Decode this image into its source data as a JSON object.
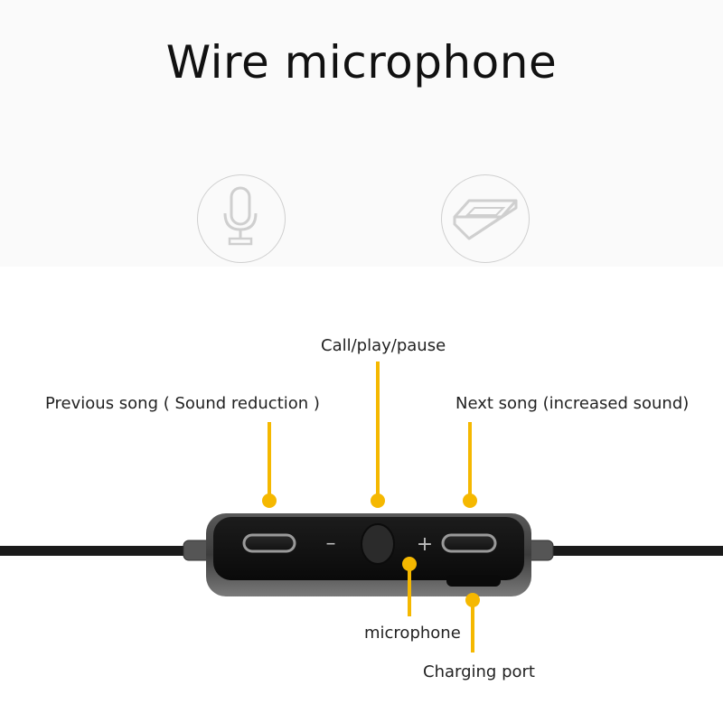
{
  "title": "Wire microphone",
  "icons": [
    {
      "name": "microphone-icon"
    },
    {
      "name": "charging-port-icon"
    }
  ],
  "labels": {
    "call": "Call/play/pause",
    "previous": "Previous song ( Sound reduction )",
    "next": "Next song (increased sound)",
    "microphone": "microphone",
    "charging": "Charging port"
  },
  "device": {
    "minus_symbol": "–",
    "plus_symbol": "+"
  },
  "colors": {
    "accent": "#f5b800",
    "cable": "#1a1a1a",
    "body": "#3a3a3a"
  }
}
